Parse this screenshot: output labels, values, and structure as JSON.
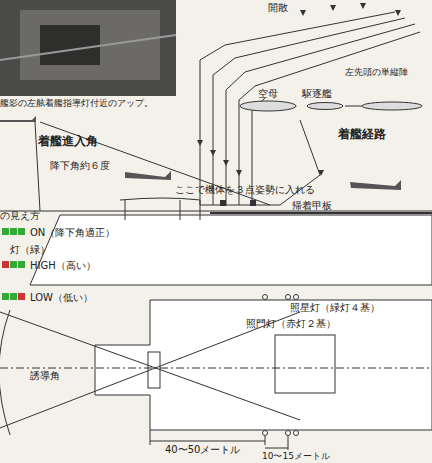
{
  "diagram": {
    "labels": [
      "艦影の左舷着艦指導灯付近のアップ。",
      "開散",
      "左先頭の単縦陣",
      "空母",
      "駆逐艦",
      "着艦経路",
      "着艦進入角",
      "降下角約６度",
      "ここで機体を３点姿勢に入れる",
      "帰着甲板",
      "の見え方",
      "ON（降下角適正）",
      "灯（緑）",
      "HIGH（高い）",
      "LOW（低い）",
      "照星灯（緑灯４基）",
      "照門灯（赤灯２基）",
      "誘導角",
      "40〜50メートル",
      "10〜15メートル"
    ]
  }
}
